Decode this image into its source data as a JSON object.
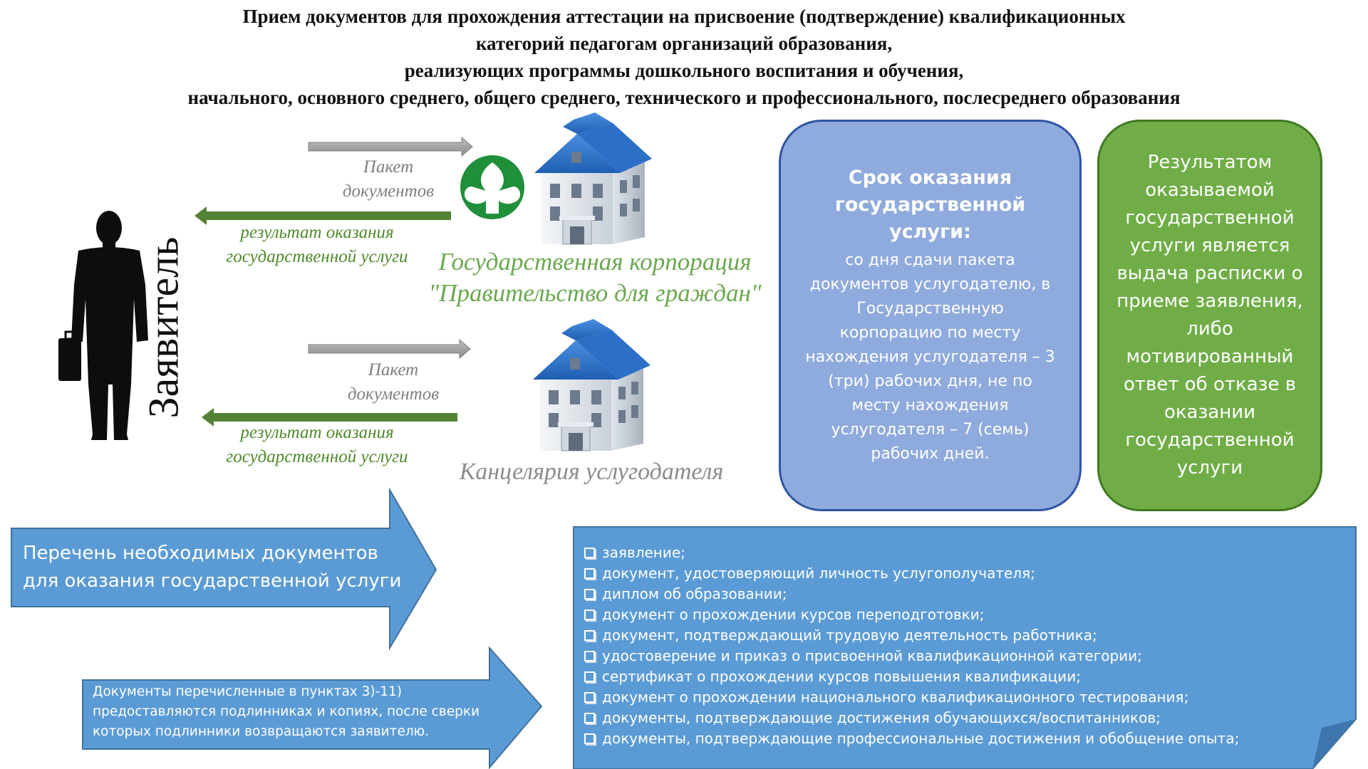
{
  "title": {
    "line1": "Прием документов для прохождения аттестации на присвоение (подтверждение) квалификационных",
    "line2": "категорий педагогам организаций образования,",
    "line3": "реализующих программы дошкольного воспитания и обучения,",
    "line4": "начального, основного среднего, общего среднего, технического и профессионального, послесреднего образования"
  },
  "applicant": {
    "label": "Заявитель"
  },
  "flow_gov": {
    "packet_line1": "Пакет",
    "packet_line2": "документов",
    "result_line1": "результат оказания",
    "result_line2": "государственной услуги",
    "org_line1": "Государственная корпорация",
    "org_line2": "\"Правительство для граждан\""
  },
  "flow_office": {
    "packet_line1": "Пакет",
    "packet_line2": "документов",
    "result_line1": "результат оказания",
    "result_line2": "государственной услуги",
    "org_name": "Канцелярия услугодателя"
  },
  "term_box": {
    "heading": "Срок оказания государственной услуги:",
    "body": "со дня сдачи пакета документов услугодателю, в Государственную корпорацию по месту нахождения услугодателя – 3 (три) рабочих дня, не по месту нахождения услугодателя – 7 (семь) рабочих дней."
  },
  "result_box": {
    "text": "Результатом оказываемой государственной услуги является выдача расписки о приеме заявления, либо мотивированный ответ об отказе в оказании государственной услуги"
  },
  "list_arrow": {
    "text": "Перечень необходимых документов для оказания государственной услуги"
  },
  "note_arrow": {
    "text": "Документы перечисленные в пунктах 3)-11) предоставляются подлинниках и копиях, после сверки которых подлинники возвращаются заявителю."
  },
  "documents": [
    "заявление;",
    "документ, удостоверяющий личность услугополучателя;",
    "диплом об образовании;",
    "документ о прохождении курсов переподготовки;",
    "документ, подтверждающий трудовую деятельность работника;",
    "удостоверение и приказ о присвоенной квалификационной категории;",
    "сертификат о прохождении курсов повышения квалификации;",
    "документ о прохождении национального квалификационного тестирования;",
    "документы, подтверждающие достижения обучающихся/воспитанников;",
    "документы, подтверждающие профессиональные достижения и обобщение опыта;"
  ],
  "colors": {
    "term_box": "#8faadc",
    "result_box": "#70ad47",
    "blue_arrow": "#5b9bd5",
    "green_text": "#4f8a2c",
    "gray_text": "#7f7f7f",
    "arrow_gray": "#a6a6a6",
    "arrow_green": "#548235"
  }
}
